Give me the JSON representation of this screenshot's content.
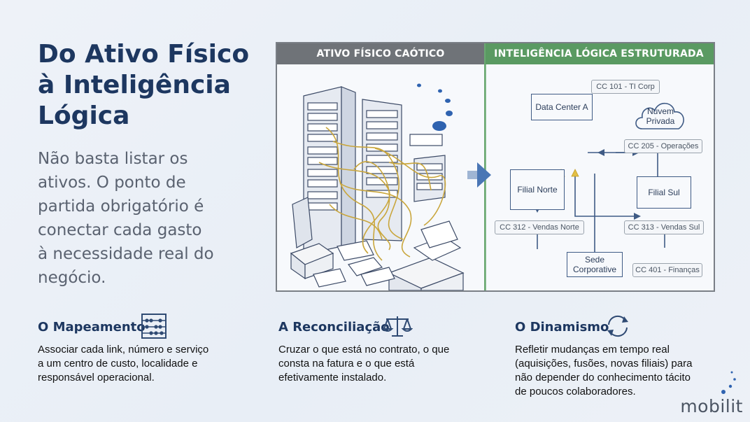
{
  "title_lines": [
    "Do Ativo Físico",
    "à Inteligência",
    "Lógica"
  ],
  "subtitle_lines": [
    "Não basta listar os",
    "ativos. O ponto de",
    "partida obrigatório é",
    "conectar cada gasto",
    "à necessidade real do",
    "negócio."
  ],
  "panel": {
    "left_header": "ATIVO FÍSICO CAÓTICO",
    "right_header": "INTELIGÊNCIA LÓGICA ESTRUTURADA"
  },
  "diagram": {
    "nodes": {
      "data_center": "Data Center A",
      "cloud": [
        "Nuvem",
        "Privada"
      ],
      "filial_norte": "Filial Norte",
      "filial_sul": "Filial Sul",
      "sede": [
        "Sede",
        "Corporative"
      ]
    },
    "tags": {
      "cc101": "CC 101 - TI Corp",
      "cc205": "CC 205 - Operações",
      "cc312": "CC 312 - Vendas Norte",
      "cc313": "CC 313 - Vendas Sul",
      "cc401": "CC 401 - Finanças"
    }
  },
  "features": [
    {
      "title": "O Mapeamento",
      "icon": "abacus-icon",
      "lines": [
        "Associar cada link, número e serviço",
        "a um centro de custo, localidade e",
        "responsável operacional."
      ]
    },
    {
      "title": "A Reconciliação",
      "icon": "balance-scale-icon",
      "lines": [
        "Cruzar o que está no contrato, o que",
        "consta na fatura e o que está",
        "efetivamente instalado."
      ]
    },
    {
      "title": "O Dinamismo",
      "icon": "refresh-cycle-icon",
      "lines": [
        "Refletir mudanças em tempo real",
        "(aquisições, fusões, novas filiais) para",
        "não depender do conhecimento tácito",
        "de poucos colaboradores."
      ]
    }
  ],
  "logo": "mobilit",
  "colors": {
    "title": "#1d3760",
    "left_header": "#6f7378",
    "right_header": "#5a9a62",
    "diagram_line": "#3f5b85",
    "arrow": "#d9b43a"
  }
}
